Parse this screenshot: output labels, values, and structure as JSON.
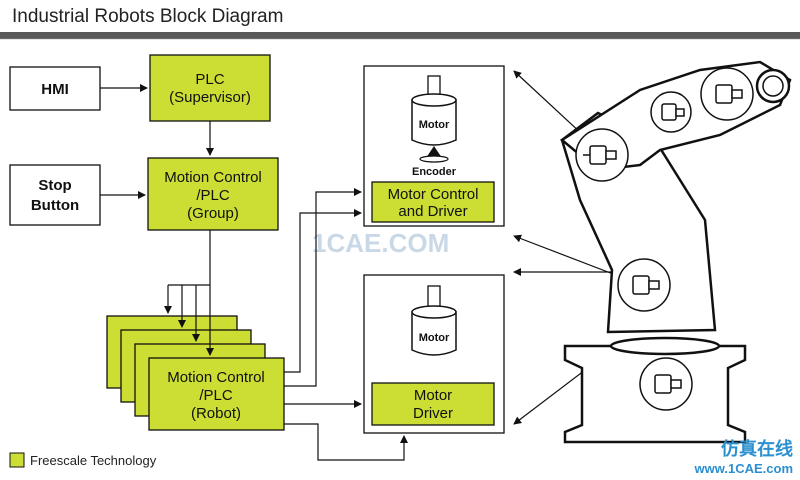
{
  "title": "Industrial Robots Block Diagram",
  "blocks": {
    "hmi": "HMI",
    "plc_line1": "PLC",
    "plc_line2": "(Supervisor)",
    "stop_line1": "Stop",
    "stop_line2": "Button",
    "mc_group_line1": "Motion Control",
    "mc_group_line2": "/PLC",
    "mc_group_line3": "(Group)",
    "mc_robot_line1": "Motion Control",
    "mc_robot_line2": "/PLC",
    "mc_robot_line3": "(Robot)",
    "motor_upper": "Motor",
    "encoder": "Encoder",
    "mcd_line1": "Motor Control",
    "mcd_line2": "and Driver",
    "motor_lower": "Motor",
    "md_line1": "Motor",
    "md_line2": "Driver"
  },
  "legend": {
    "label": "Freescale Technology",
    "color": "#ccdd33"
  },
  "watermark": {
    "center": "1CAE.COM",
    "brand_cn": "仿真在线",
    "brand_url": "www.1CAE.com"
  },
  "colors": {
    "accent": "#ccdd33",
    "header_bar": "#5a5a5a"
  }
}
